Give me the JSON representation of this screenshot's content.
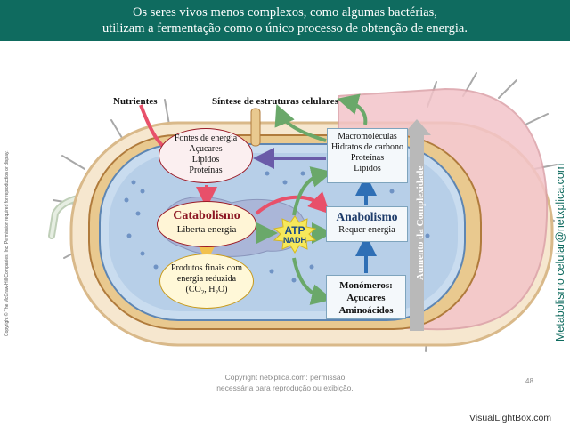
{
  "header": {
    "line1": "Os seres vivos menos complexos, como algumas bactérias,",
    "line2": "utilizam a fermentação como o único processo de obtenção de energia."
  },
  "labels": {
    "nutrientes": "Nutrientes",
    "sintese": "Síntese de estruturas celulares",
    "complexidade": "Aumento da Complexidade"
  },
  "fontes": {
    "line1": "Fontes de energia",
    "line2": "Açucares",
    "line3": "Lípidos",
    "line4": "Proteínas"
  },
  "catabolismo": {
    "title": "Catabolismo",
    "subtitle": "Liberta energia"
  },
  "produtos": {
    "line1": "Produtos finais com",
    "line2": "energia reduzida",
    "line3a": "(CO",
    "line3sub1": "2",
    "line3b": ", H",
    "line3sub2": "2",
    "line3c": "O)"
  },
  "atp": {
    "atp": "ATP",
    "nadh": "NADH"
  },
  "macromoleculas": {
    "line1": "Macromoléculas",
    "line2": "Hidratos de carbono",
    "line3": "Proteínas",
    "line4": "Lípidos"
  },
  "anabolismo": {
    "title": "Anabolismo",
    "subtitle": "Requer energia"
  },
  "monomeros": {
    "line1": "Monómeros:",
    "line2": "Açucares",
    "line3": "Aminoácidos"
  },
  "side_text": {
    "netxplica": "Metabolismo celular@netxplica.com",
    "copyright": "Copyright © The McGraw-Hill Companies, Inc. Permission required for reproduction or display."
  },
  "footer": {
    "line1": "Copyright netxplica.com: permissão",
    "line2": "necessária para reprodução ou exibição.",
    "page": "48",
    "brand": "VisualLightBox.com"
  },
  "colors": {
    "header_bg": "#0f6b5f",
    "catabolism_red": "#9b1b28",
    "anabolism_blue": "#1f3d6b",
    "arrow_pink": "#e8506a",
    "arrow_green": "#6aa86a",
    "arrow_blue": "#2f6fb5",
    "arrow_yellow": "#f2c14e"
  }
}
